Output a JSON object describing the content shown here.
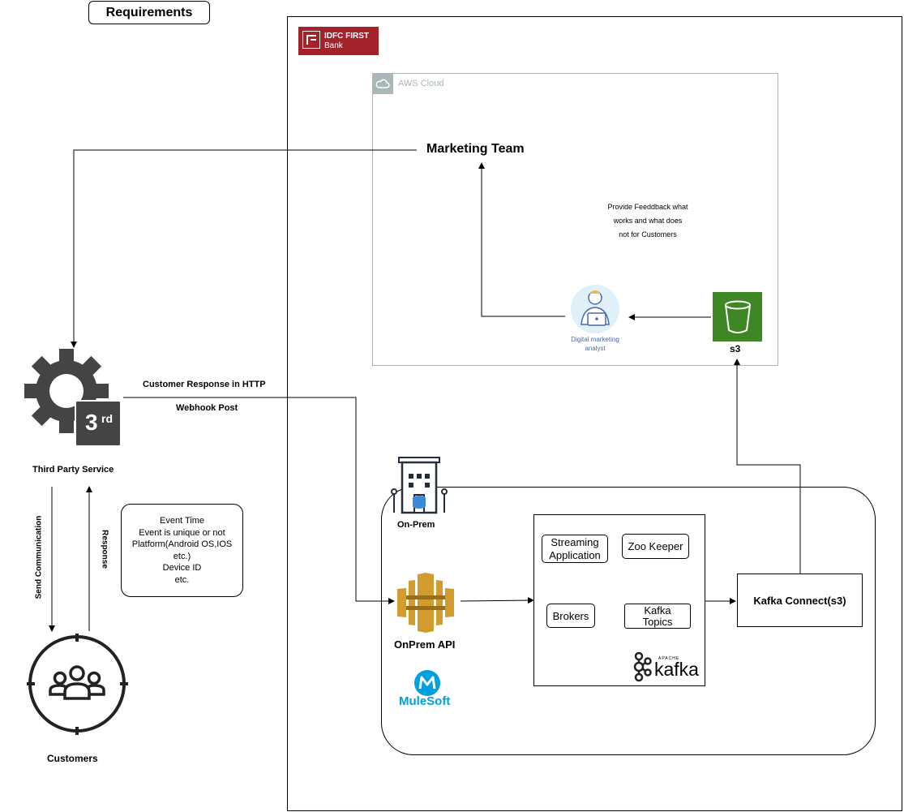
{
  "title": "Requirements",
  "bank_logo": {
    "line1": "IDFC FIRST",
    "line2": "Bank"
  },
  "aws": {
    "label": "AWS Cloud"
  },
  "marketing_team": "Marketing Team",
  "feedback_note": [
    "Provide Feeddback what",
    "works and what does",
    "not for Customers"
  ],
  "analyst": {
    "line1": "Digital marketing",
    "line2": "analyst"
  },
  "s3": {
    "label": "s3"
  },
  "third_party": {
    "badge": "3",
    "badge_sup": "rd",
    "label": "Third Party Service"
  },
  "http_labels": {
    "line1": "Customer Response in HTTP",
    "line2": "Webhook Post"
  },
  "send_communication": "Send Communication",
  "response": "Response",
  "event_note": [
    "Event Time",
    "Event is unique or not",
    "Platform(Android OS,IOS",
    "etc.)",
    "Device ID",
    "etc."
  ],
  "customers": "Customers",
  "onprem": {
    "label": "On-Prem"
  },
  "onprem_api": "OnPrem API",
  "mulesoft": {
    "label": "MuleSoft"
  },
  "kafka_cluster": {
    "streaming": [
      "Streaming",
      "Application"
    ],
    "zookeeper": "Zoo Keeper",
    "brokers": "Brokers",
    "topics": [
      "Kafka",
      "Topics"
    ],
    "logo_small": "APACHE",
    "logo": "kafka"
  },
  "kafka_connect": "Kafka Connect(s3)",
  "colors": {
    "bank_red": "#a4222a",
    "aws_gray": "#aab7b8",
    "s3_green": "#3f8624",
    "api_orange": "#d29b2e",
    "gear_gray": "#444444",
    "analyst_blue": "#4a6ab0",
    "mulesoft_blue": "#00a0df"
  }
}
